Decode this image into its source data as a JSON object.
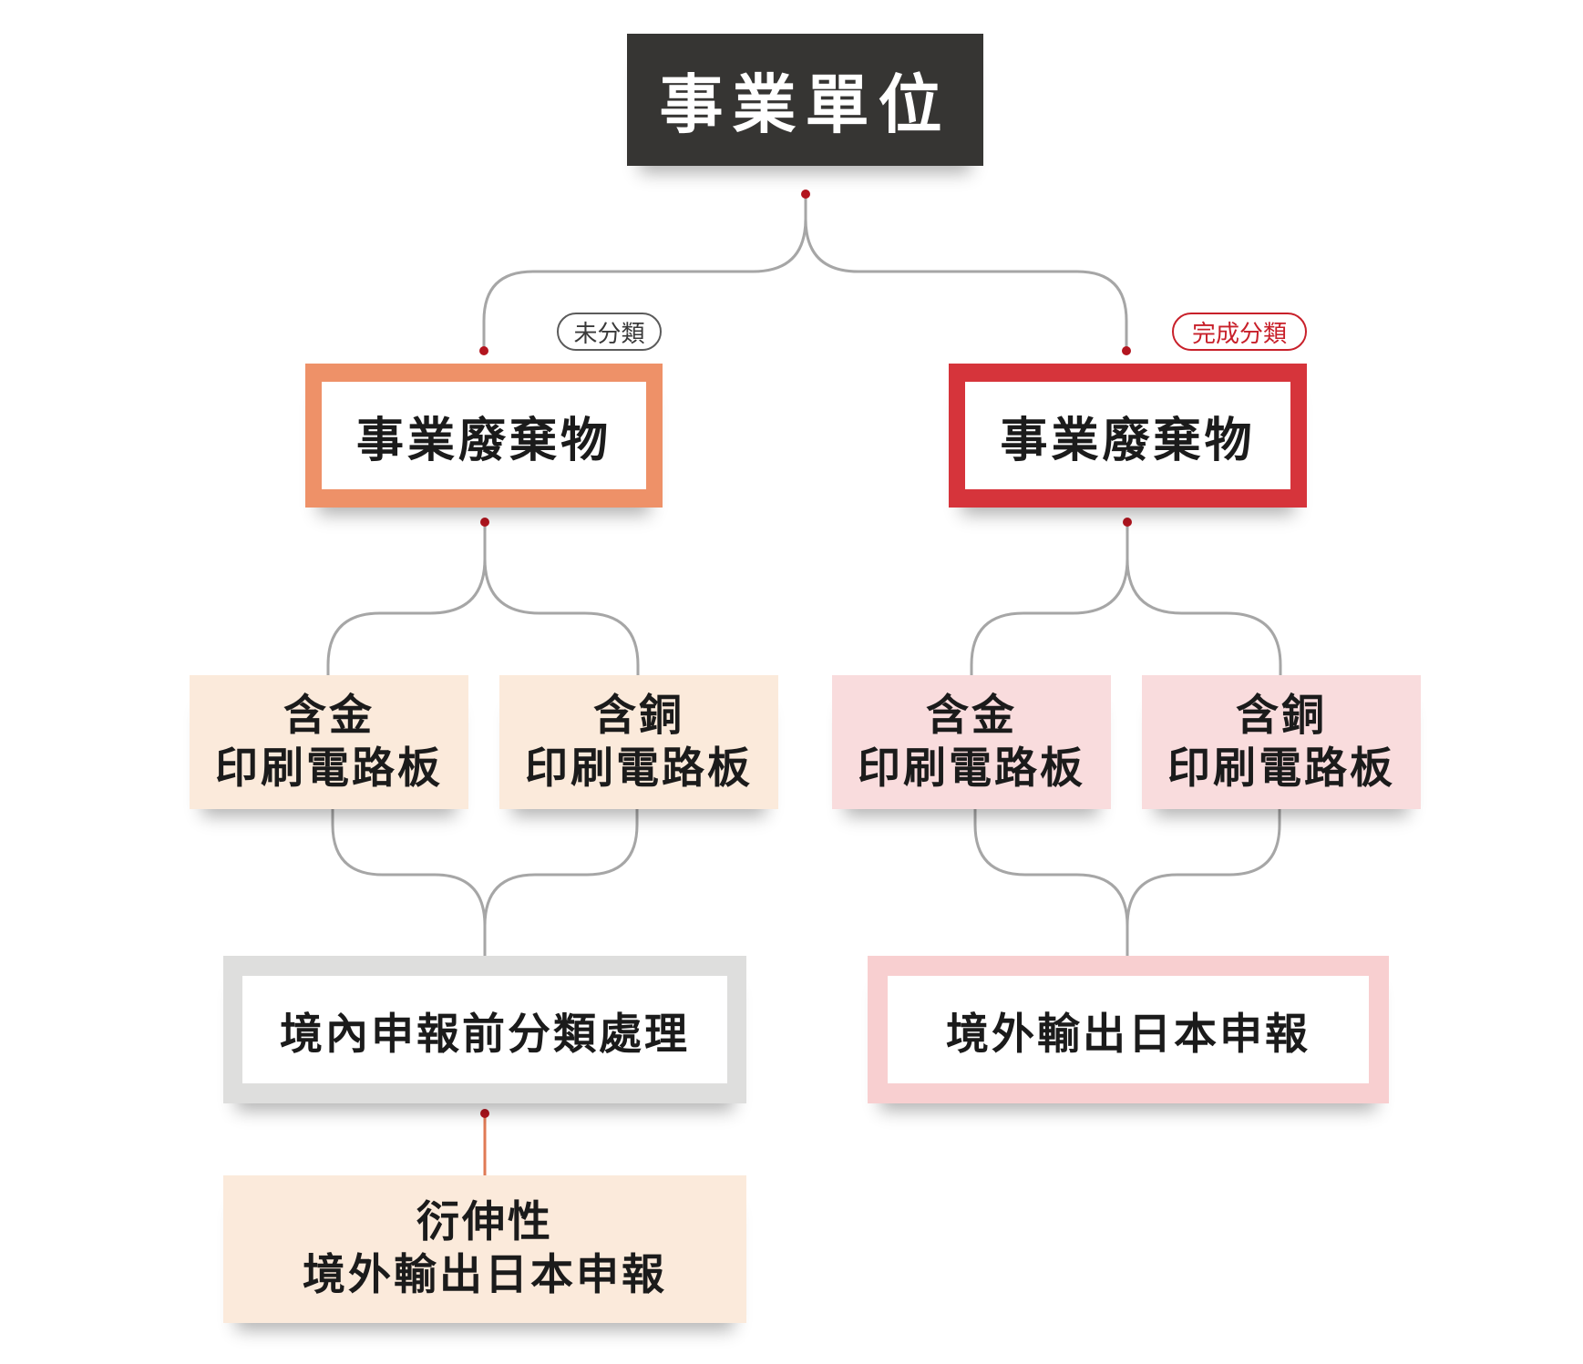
{
  "root": {
    "label": "事業單位"
  },
  "branches": [
    {
      "tag": "未分類",
      "waste_label": "事業廢棄物",
      "pcbs": [
        {
          "line1": "含金",
          "line2": "印刷電路板"
        },
        {
          "line1": "含銅",
          "line2": "印刷電路板"
        }
      ],
      "outcome": "境內申報前分類處理",
      "derived": {
        "line1": "衍伸性",
        "line2": "境外輸出日本申報"
      }
    },
    {
      "tag": "完成分類",
      "waste_label": "事業廢棄物",
      "pcbs": [
        {
          "line1": "含金",
          "line2": "印刷電路板"
        },
        {
          "line1": "含銅",
          "line2": "印刷電路板"
        }
      ],
      "outcome": "境外輸出日本申報"
    }
  ],
  "colors": {
    "root": "#363533",
    "unsorted_accent": "#ee9168",
    "sorted_accent": "#d6343b",
    "connector": "#a6a6a6",
    "dot": "#b3151f",
    "derived_link": "#e07a55"
  }
}
